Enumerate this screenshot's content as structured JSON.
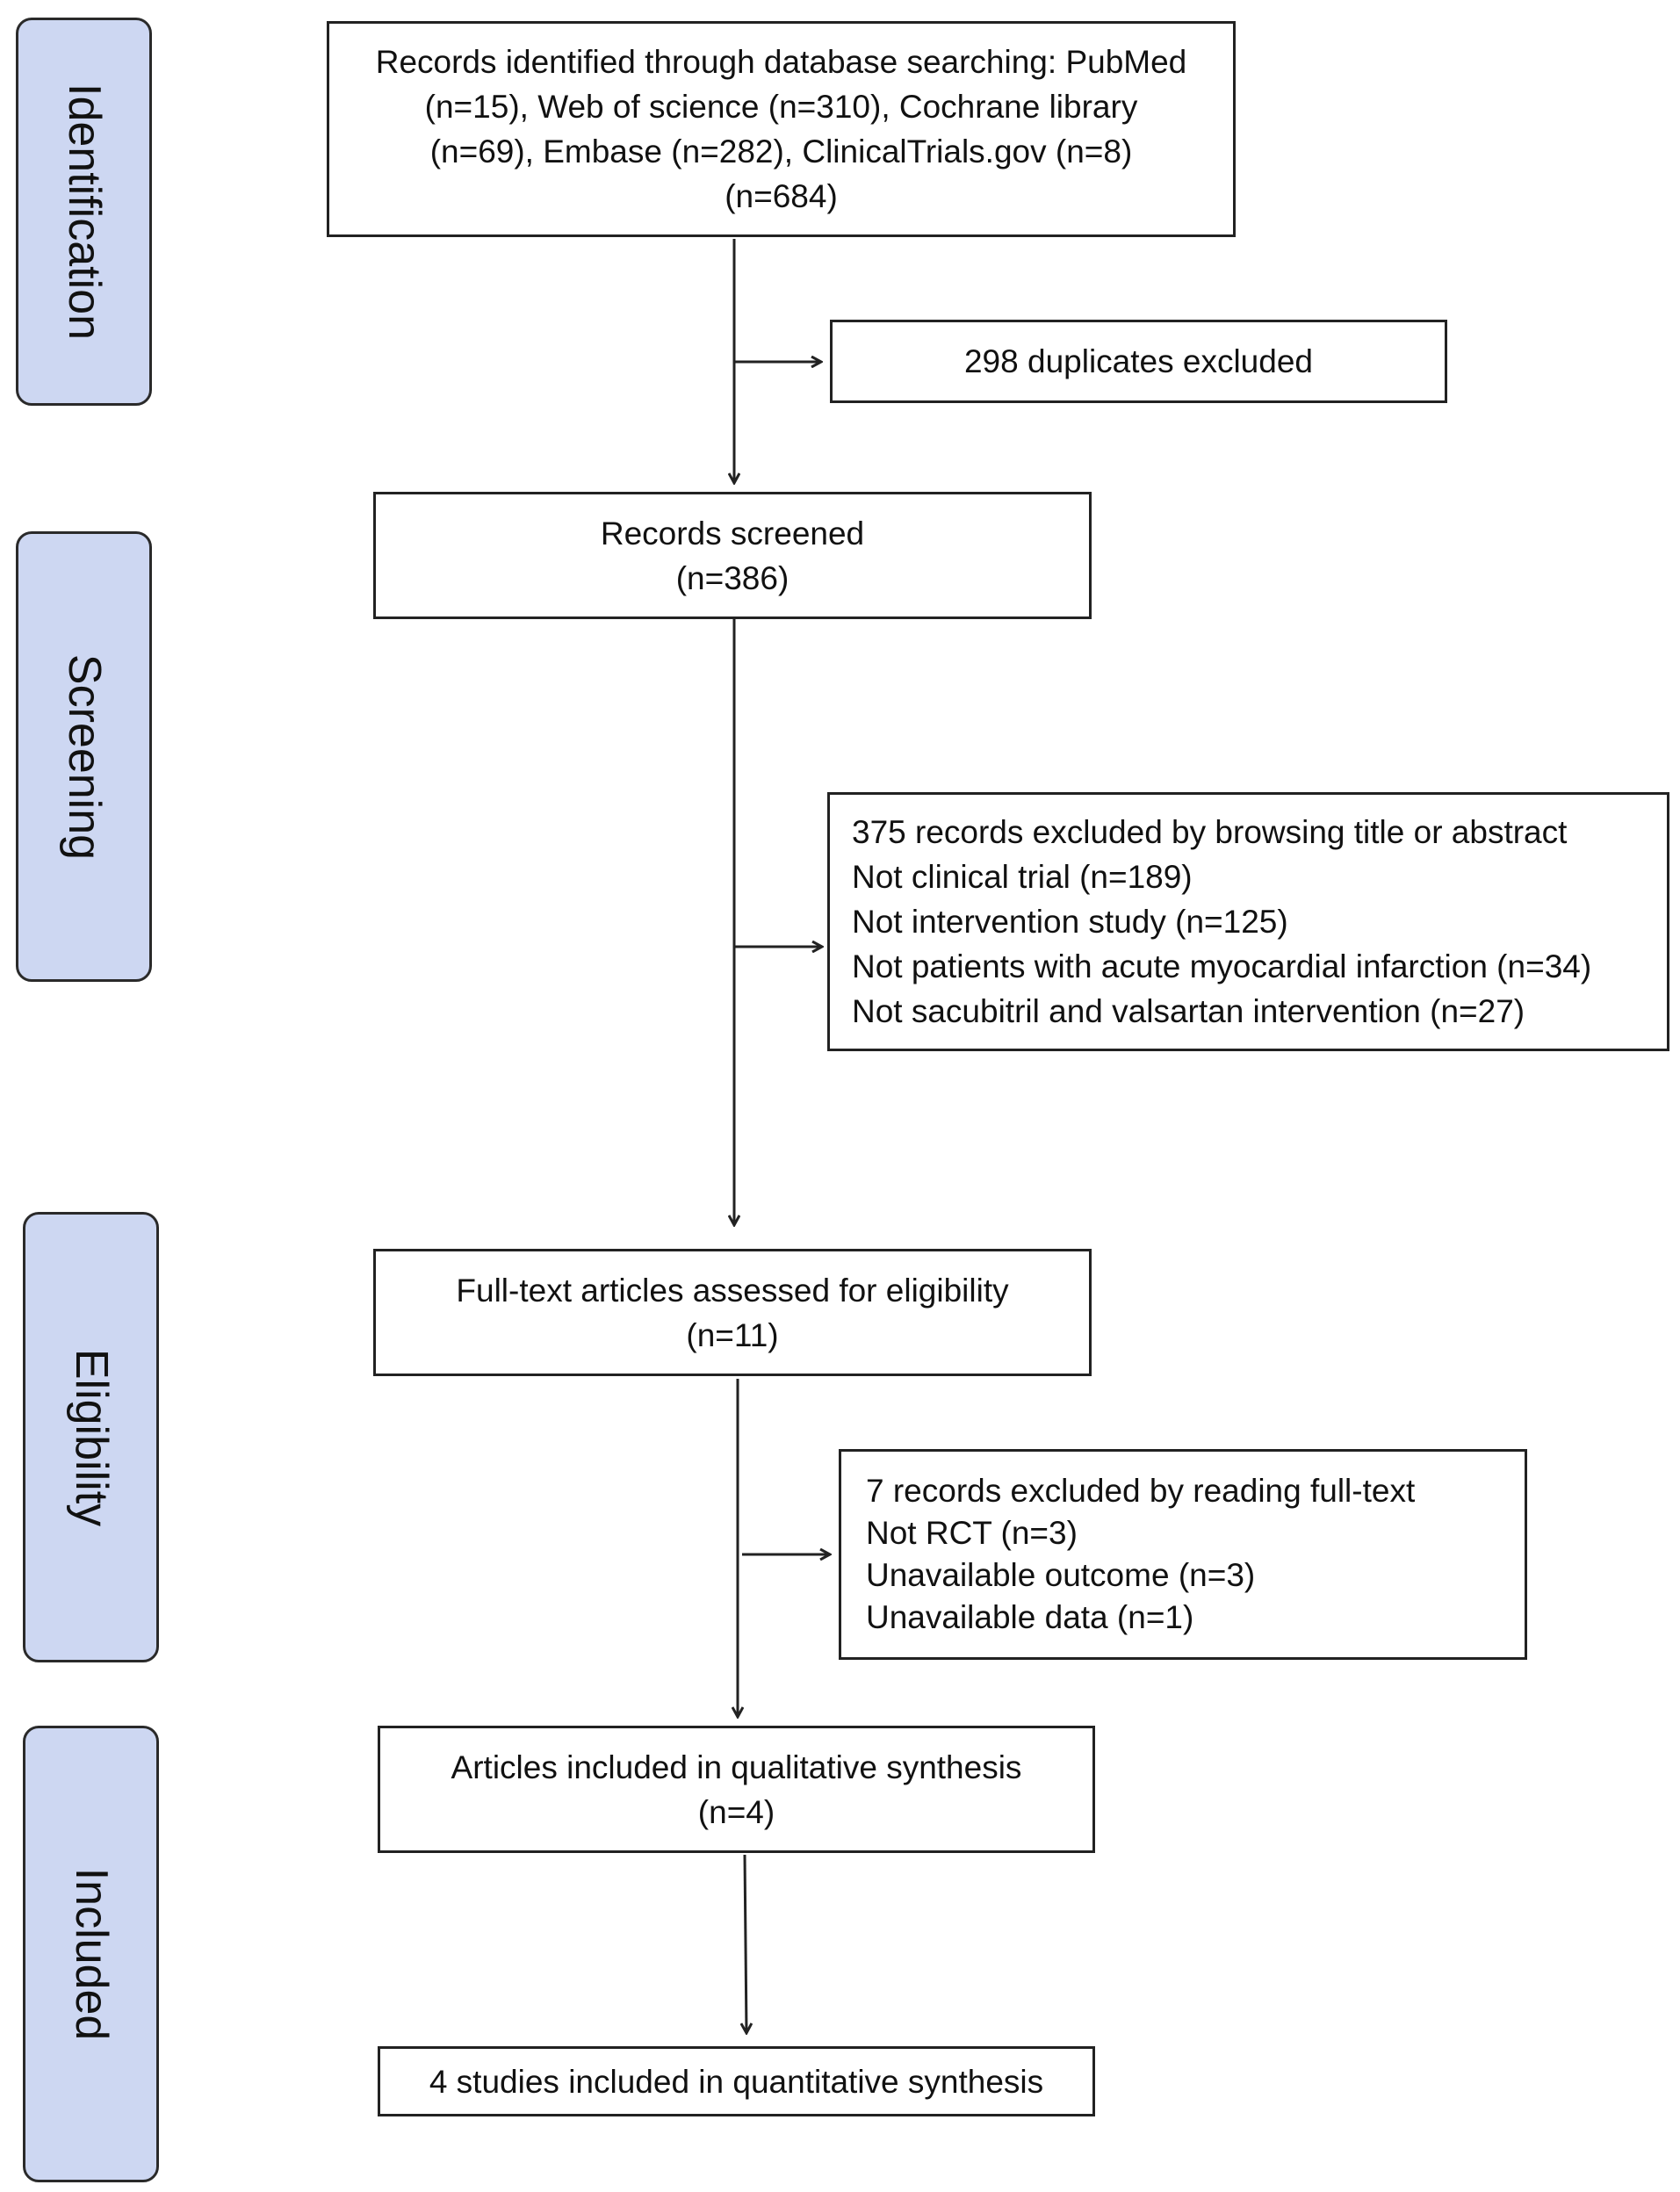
{
  "stages": {
    "identification": "Identification",
    "screening": "Screening",
    "eligibility": "Eligibility",
    "included": "Included"
  },
  "boxes": {
    "identified": {
      "lines": [
        "Records identified through database searching: PubMed",
        "(n=15), Web of science (n=310), Cochrane library",
        "(n=69), Embase (n=282), ClinicalTrials.gov (n=8)",
        "(n=684)"
      ]
    },
    "duplicates": {
      "lines": [
        "298 duplicates excluded"
      ]
    },
    "screened": {
      "lines": [
        "Records screened",
        "(n=386)"
      ]
    },
    "excluded_title": {
      "lines": [
        "375 records excluded by browsing title or abstract",
        "Not clinical trial (n=189)",
        "Not intervention study (n=125)",
        "Not patients with acute myocardial infarction (n=34)",
        "Not sacubitril and valsartan intervention (n=27)"
      ]
    },
    "fulltext": {
      "lines": [
        "Full-text articles assessed for eligibility",
        "(n=11)"
      ]
    },
    "excluded_fulltext": {
      "lines": [
        "7 records excluded by reading full-text",
        "Not RCT (n=3)",
        "Unavailable outcome (n=3)",
        "Unavailable data (n=1)"
      ]
    },
    "qualitative": {
      "lines": [
        "Articles included in qualitative synthesis",
        "(n=4)"
      ]
    },
    "quantitative": {
      "lines": [
        "4 studies included in quantitative synthesis"
      ]
    }
  }
}
